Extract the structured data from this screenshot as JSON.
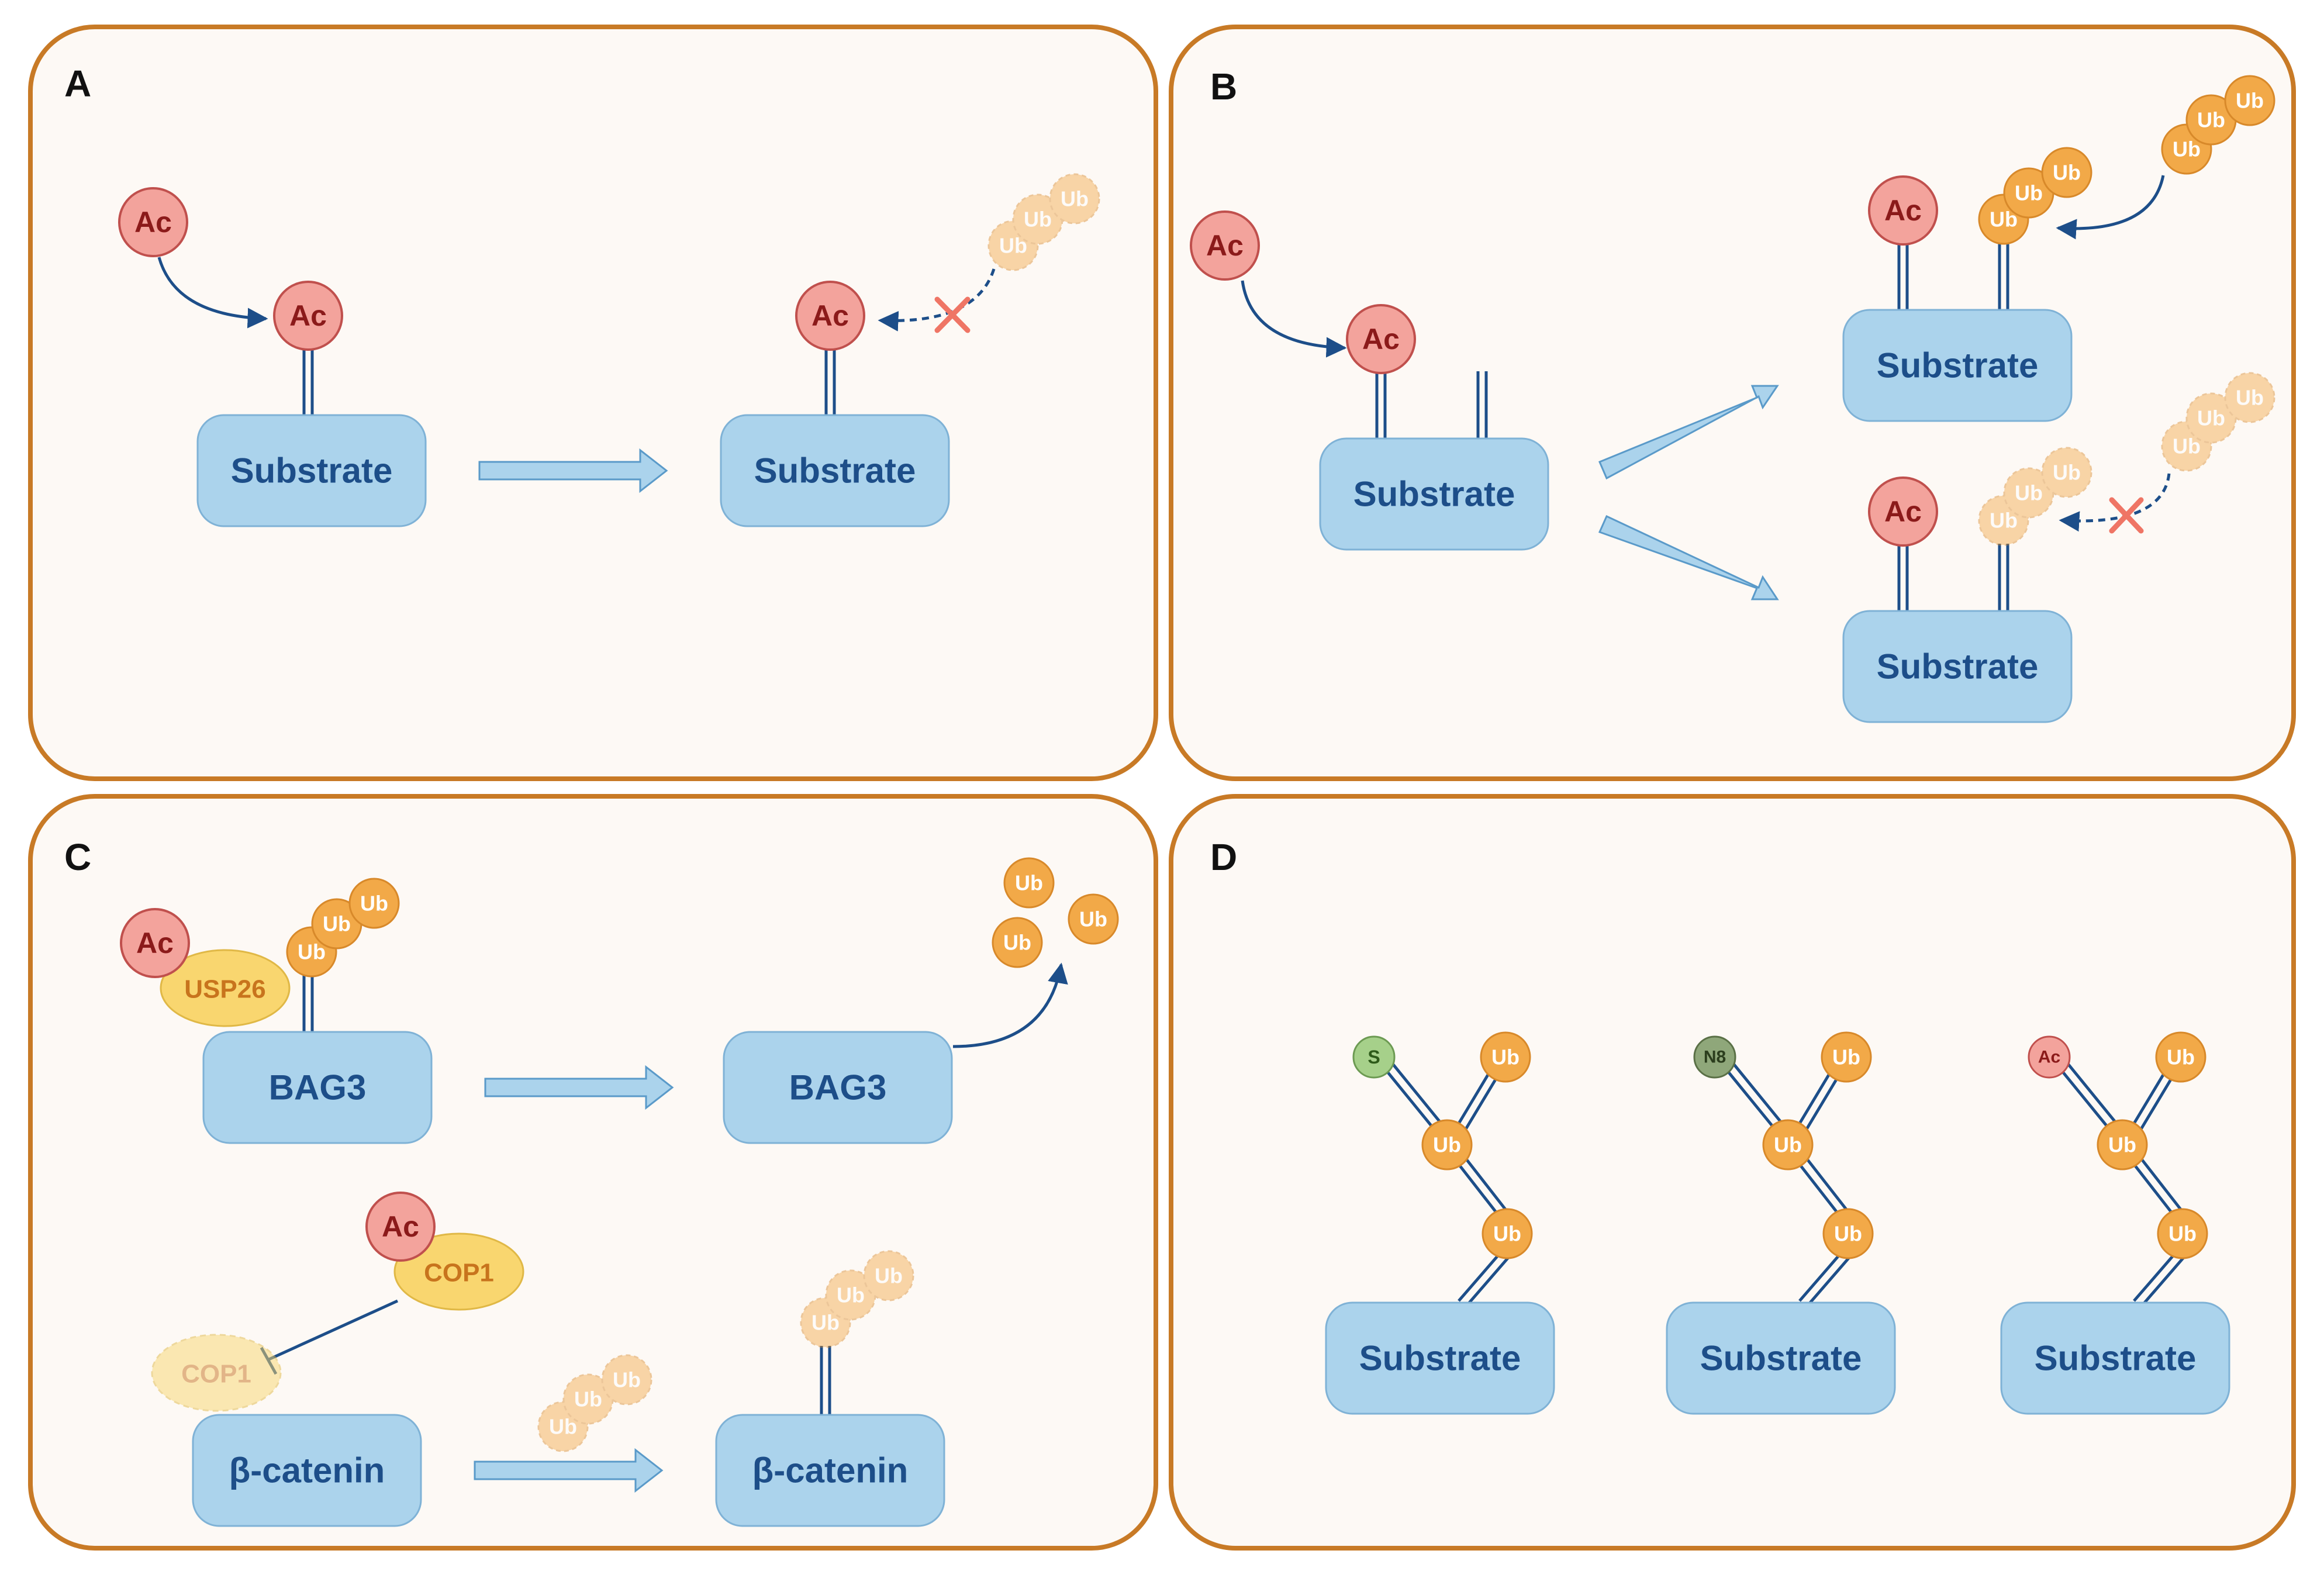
{
  "panels": {
    "a": {
      "letter": "A"
    },
    "b": {
      "letter": "B"
    },
    "c": {
      "letter": "C"
    },
    "d": {
      "letter": "D"
    }
  },
  "labels": {
    "ac": "Ac",
    "ub": "Ub",
    "substrate": "Substrate",
    "bag3": "BAG3",
    "usp26": "USP26",
    "cop1": "COP1",
    "beta_catenin": "β-catenin",
    "s": "S",
    "n8": "N8"
  },
  "colors": {
    "panel_border": "#c87a26",
    "panel_fill": "#fdf9f5",
    "substrate_fill": "#abd3ec",
    "substrate_text": "#1d4e89",
    "ac_fill": "#f3a39c",
    "ac_text": "#8b1a1a",
    "ub_fill": "#f2a948",
    "ub_text": "#ffffff",
    "e3_fill": "#f9d66f",
    "e3_text": "#c8741d",
    "s_fill": "#a6d08a",
    "n8_fill": "#8fa77a",
    "arrow": "#1d4e89",
    "block_x": "#ef7565"
  }
}
